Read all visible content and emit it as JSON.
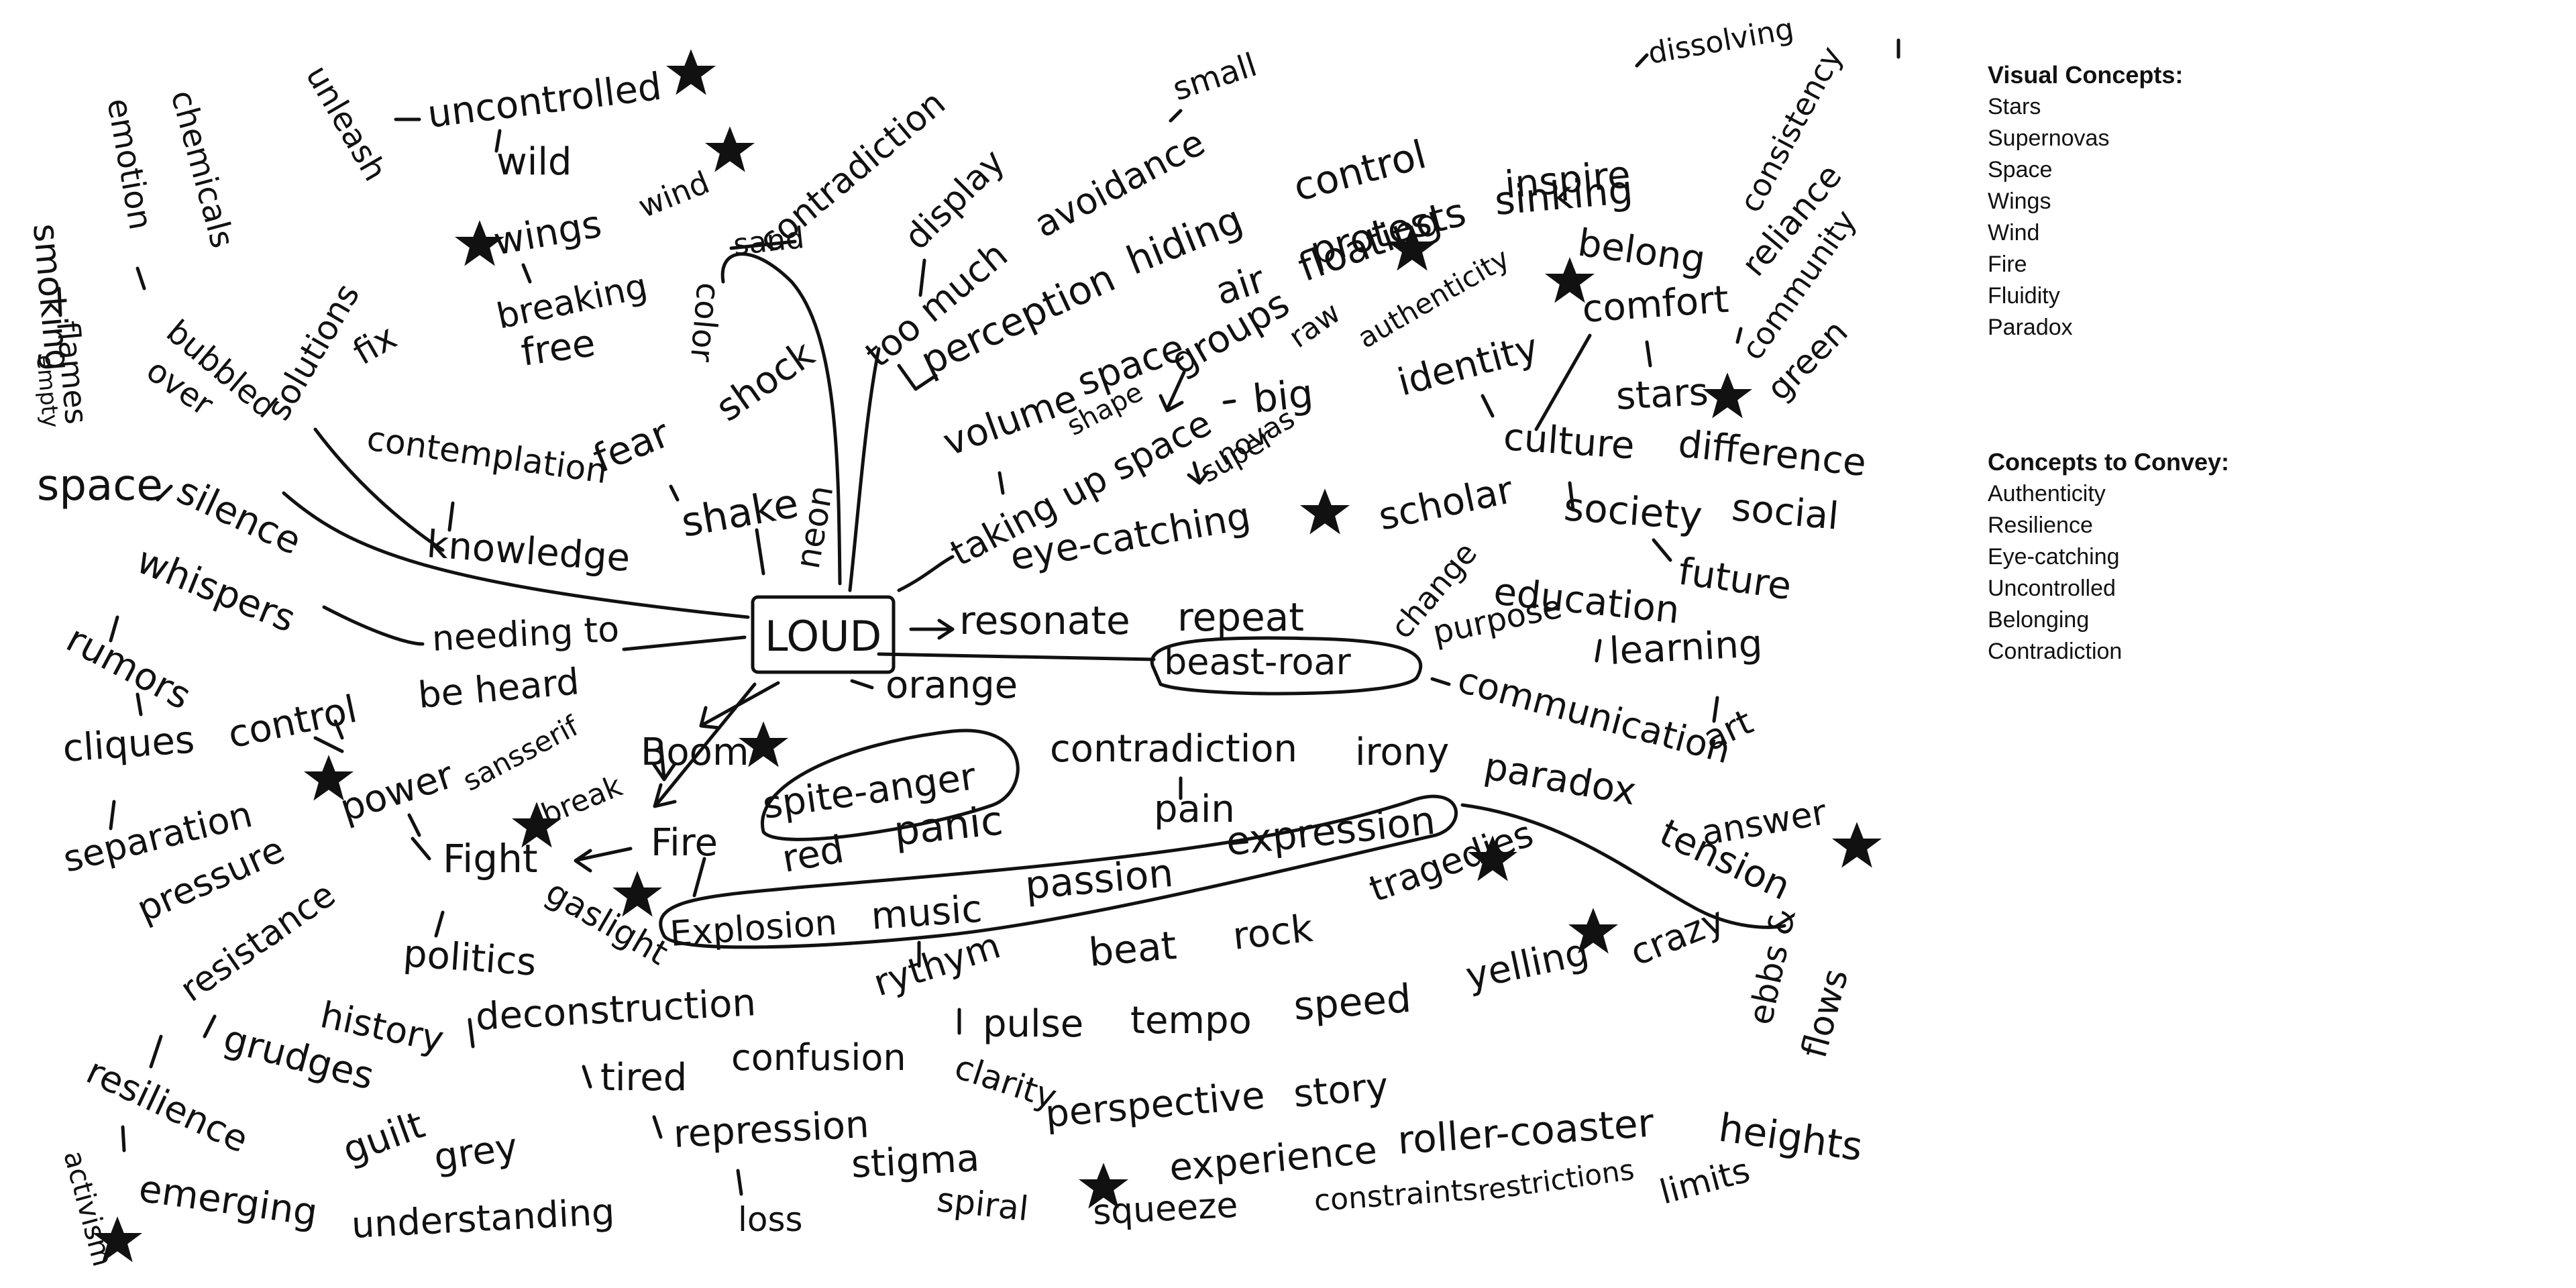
{
  "center_word": "LOUD",
  "words": {
    "smoking": "smoking",
    "emotion": "emotion",
    "chemicals": "chemicals",
    "unleash": "unleash",
    "uncontrolled": "uncontrolled",
    "wild": "wild",
    "wings": "wings",
    "wind": "wind",
    "breaking_free_1": "breaking",
    "breaking_free_2": "free",
    "sand": "sand",
    "contradiction_top": "contradiction",
    "display": "display",
    "small": "small",
    "dissolving": "dissolving",
    "consistency": "consistency",
    "flames": "flames",
    "empty": "empty",
    "space_left": "space",
    "bubbled_over_1": "bubbled",
    "bubbled_over_2": "over",
    "solutions": "solutions",
    "fix": "fix",
    "color": "color",
    "shock": "shock",
    "fear": "fear",
    "contemplation": "contemplation",
    "shake": "shake",
    "neon": "neon",
    "knowledge": "knowledge",
    "silence": "silence",
    "whispers": "whispers",
    "needing_to": "needing to",
    "be_heard": "be heard",
    "too_much": "too much",
    "avoidance": "avoidance",
    "perception": "perception",
    "hiding": "hiding",
    "control_top": "control",
    "air": "air",
    "floating": "floating",
    "sinking": "sinking",
    "volume": "volume",
    "space_mid": "space",
    "shape": "shape",
    "groups": "groups",
    "protests": "protests",
    "inspire": "inspire",
    "raw": "raw",
    "authenticity": "authenticity",
    "belong": "belong",
    "reliance": "reliance",
    "community": "community",
    "comfort": "comfort",
    "identity": "identity",
    "stars": "stars",
    "green": "green",
    "big": "big",
    "taking_up_space": "taking up space",
    "super": "super",
    "novas": "novas",
    "culture": "culture",
    "difference": "difference",
    "eye_catching": "eye-catching",
    "scholar": "scholar",
    "society": "society",
    "social": "social",
    "future": "future",
    "change": "change",
    "education": "education",
    "purpose": "purpose",
    "learning": "learning",
    "resonate": "resonate",
    "repeat": "repeat",
    "beast_roar": "beast-roar",
    "orange": "orange",
    "communication": "communication",
    "art": "art",
    "rumors": "rumors",
    "cliques": "cliques",
    "control_left": "control",
    "power": "power",
    "sansserif": "sansserif",
    "boom": "Boom",
    "spite_anger": "spite-anger",
    "contradiction_mid": "contradiction",
    "irony": "irony",
    "paradox": "paradox",
    "answer": "answer",
    "pain": "pain",
    "separation": "separation",
    "pressure": "pressure",
    "break": "break",
    "fire": "Fire",
    "fight": "Fight",
    "red": "red",
    "panic": "panic",
    "expression": "expression",
    "tension": "tension",
    "ebbs": "ebbs &",
    "flows": "flows",
    "resistance": "resistance",
    "gaslight": "gaslight",
    "explosion": "Explosion",
    "music": "music",
    "passion": "passion",
    "tragedies": "tragedies",
    "politics": "politics",
    "rythym": "rythym",
    "beat": "beat",
    "rock": "rock",
    "yelling": "yelling",
    "crazy": "crazy",
    "grudges": "grudges",
    "history": "history",
    "deconstruction": "deconstruction",
    "pulse": "pulse",
    "tempo": "tempo",
    "speed": "speed",
    "resilience": "resilience",
    "tired": "tired",
    "confusion": "confusion",
    "clarity": "clarity",
    "guilt": "guilt",
    "grey": "grey",
    "repression": "repression",
    "perspective": "perspective",
    "story": "story",
    "heights": "heights",
    "activism": "activism",
    "emerging": "emerging",
    "understanding": "understanding",
    "loss": "loss",
    "stigma": "stigma",
    "experience": "experience",
    "roller_coaster": "roller-coaster",
    "limits": "limits",
    "restrictions": "restrictions",
    "spiral": "spiral",
    "squeeze": "squeeze",
    "constraints": "constraints"
  },
  "sidebar": {
    "visual_heading": "Visual Concepts:",
    "visual_items": [
      "Stars",
      "Supernovas",
      "Space",
      "Wings",
      "Wind",
      "Fire",
      "Fluidity",
      "Paradox"
    ],
    "convey_heading": "Concepts to Convey:",
    "convey_items": [
      "Authenticity",
      "Resilience",
      "Eye-catching",
      "Uncontrolled",
      "Belonging",
      "Contradiction"
    ]
  },
  "colors": {
    "ink": "#111111",
    "background": "#ffffff"
  }
}
